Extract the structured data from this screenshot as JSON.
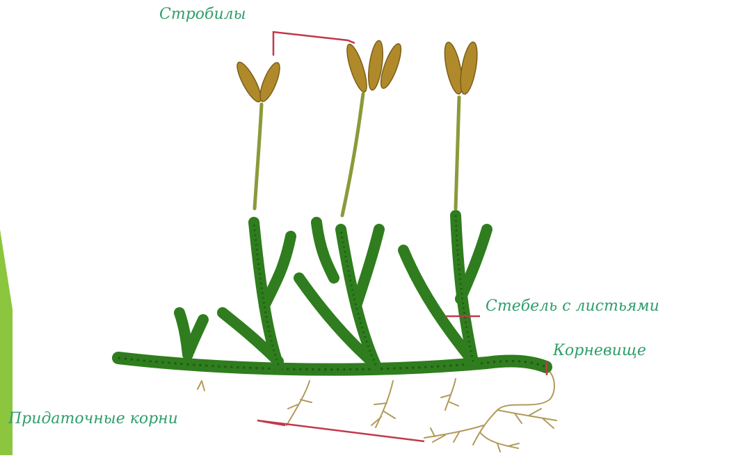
{
  "labels": {
    "strobili": "Стробилы",
    "stem_with_leaves": "Стебель с листьями",
    "rhizome": "Корневище",
    "adventitious_roots": "Придаточные корни"
  },
  "colors": {
    "label_text": "#2e9e6a",
    "leader_line": "#c0394b",
    "plant_green": "#2f7d1e",
    "plant_dark": "#1f5a12",
    "strobilus": "#b08a2a",
    "stalk": "#8a9a3a",
    "root": "#b29a5a",
    "side_bar": "#8cc63f"
  }
}
